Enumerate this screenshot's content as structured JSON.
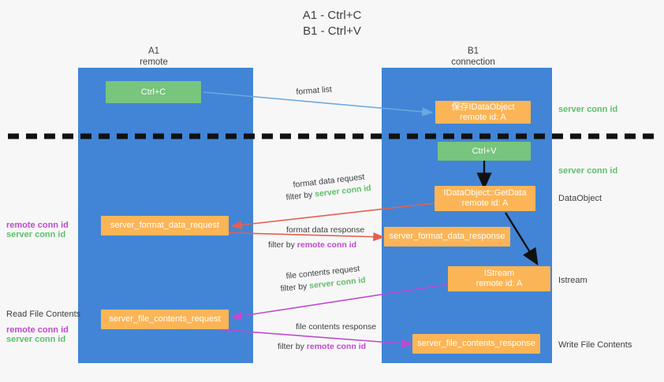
{
  "title": {
    "line1": "A1 - Ctrl+C",
    "line2": "B1 - Ctrl+V"
  },
  "columns": [
    {
      "name": "A1",
      "sub": "remote"
    },
    {
      "name": "B1",
      "sub": "connection"
    }
  ],
  "colors": {
    "lane": "#4285d6",
    "green_box": "#78c57e",
    "orange_box": "#fbb557",
    "green_text": "#5fbf6a",
    "magenta_text": "#c04ad0",
    "blue_arrow": "#6aa9e0",
    "red_arrow": "#e4604f",
    "magenta_arrow": "#c04ad0",
    "black_arrow": "#000000",
    "background": "#f7f7f7"
  },
  "boxes": {
    "ctrl_c": {
      "line1": "Ctrl+C",
      "line2": ""
    },
    "ctrl_v": {
      "line1": "Ctrl+V",
      "line2": ""
    },
    "save_idataobject": {
      "line1": "保存IDataObject",
      "line2": "remote id: A"
    },
    "getdata": {
      "line1": "IDataObject::GetData",
      "line2": "remote id: A"
    },
    "istream": {
      "line1": "IStream",
      "line2": "remote id: A"
    },
    "server_format_data_request": {
      "line1": "server_format_data_request",
      "line2": ""
    },
    "server_format_data_response": {
      "line1": "server_format_data_response",
      "line2": ""
    },
    "server_file_contents_request": {
      "line1": "server_file_contents_request",
      "line2": ""
    },
    "server_file_contents_response": {
      "line1": "server_file_contents_response",
      "line2": ""
    }
  },
  "edge_labels": {
    "format_list": "format list",
    "format_data_request": "format data request",
    "format_data_request_filter_prefix": "filter by ",
    "format_data_request_filter_value": "server conn id",
    "format_data_response": "format data response",
    "format_data_response_filter_prefix": "filter by ",
    "format_data_response_filter_value": "remote conn id",
    "file_contents_request": "file contents request",
    "file_contents_request_filter_prefix": "filter by ",
    "file_contents_request_filter_value": "server conn id",
    "file_contents_response": "file contents response",
    "file_contents_response_filter_prefix": "filter by ",
    "file_contents_response_filter_value": "remote conn id"
  },
  "right_labels": {
    "server_conn_id_top": "server conn id",
    "server_conn_id_mid": "server conn id",
    "dataobject": "DataObject",
    "istream": "Istream",
    "write_file_contents": "Write File Contents"
  },
  "left_labels": {
    "remote_conn_id_mid": "remote conn id",
    "server_conn_id_mid": "server conn id",
    "read_file_contents": "Read File Contents",
    "remote_conn_id_bottom": "remote conn id",
    "server_conn_id_bottom": "server conn id"
  }
}
